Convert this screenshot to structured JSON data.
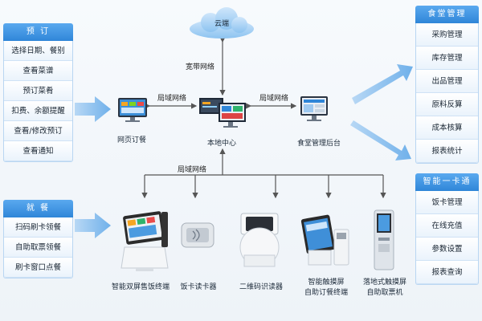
{
  "cloud": {
    "label": "云端"
  },
  "network": {
    "broadband": "宽带网络",
    "lan_left": "局域网络",
    "lan_right": "局域网络",
    "lan_bottom": "局域网络"
  },
  "nodes": {
    "web": "网页订餐",
    "local": "本地中心",
    "canteen": "食堂管理后台"
  },
  "panels": {
    "reserve": {
      "title": "预 订",
      "items": [
        "选择日期、餐别",
        "查看菜谱",
        "预订菜肴",
        "扣费、余额提醒",
        "查看/修改预订",
        "查看通知"
      ]
    },
    "dining": {
      "title": "就 餐",
      "items": [
        "扫码刷卡领餐",
        "自助取票领餐",
        "刷卡窗口点餐"
      ]
    },
    "canteen_mgmt": {
      "title": "食堂管理",
      "items": [
        "采购管理",
        "库存管理",
        "出品管理",
        "原料反算",
        "成本核算",
        "报表统计"
      ]
    },
    "card": {
      "title": "智能一卡通",
      "items": [
        "饭卡管理",
        "在线充值",
        "参数设置",
        "报表查询"
      ]
    }
  },
  "devices": {
    "dual_screen": "智能双屏售饭终端",
    "card_reader": "饭卡读卡器",
    "qr_reader": "二维码识读器",
    "touch_line1": "智能触摸屏",
    "touch_line2": "自助订餐终端",
    "kiosk_line1": "落地式触摸屏",
    "kiosk_line2": "自助取票机"
  },
  "colors": {
    "header": "#2f86d8",
    "arrow": "#7fb6e8",
    "line": "#555555"
  }
}
